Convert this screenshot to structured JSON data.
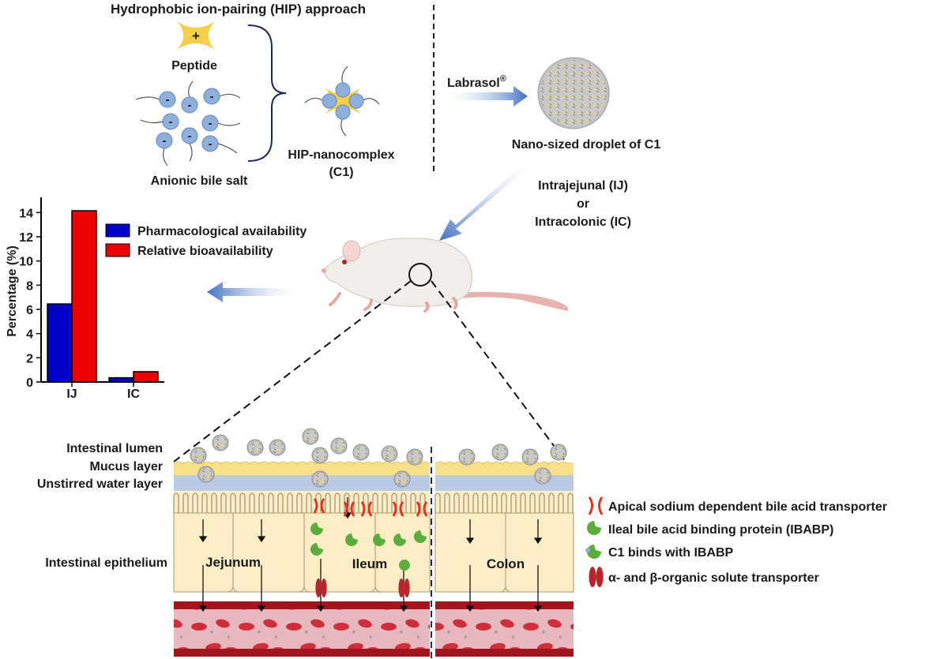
{
  "hip": {
    "title": "Hydrophobic ion-pairing (HIP) approach",
    "peptide_label": "Peptide",
    "bile_label": "Anionic bile salt",
    "complex_label_1": "HIP-nanocomplex",
    "complex_label_2": "(C1)",
    "plus": "+",
    "minus": "-"
  },
  "formulation": {
    "excipient": "Labrasol",
    "registered": "®",
    "droplet_label": "Nano-sized droplet of C1"
  },
  "route": {
    "line1": "Intrajejunal (IJ)",
    "line2": "or",
    "line3": "Intracolonic (IC)"
  },
  "chart_data": {
    "type": "bar",
    "categories": [
      "IJ",
      "IC"
    ],
    "series": [
      {
        "name": "Pharmacological availability",
        "values": [
          6.45,
          0.35
        ],
        "color": "#0000cc"
      },
      {
        "name": "Relative bioavailability",
        "values": [
          14.15,
          0.85
        ],
        "color": "#ee0000"
      }
    ],
    "ylabel": "Percentage (%)",
    "ylim": [
      0,
      15
    ],
    "yticks": [
      0,
      2,
      4,
      6,
      8,
      10,
      12,
      14
    ],
    "legend": "top-right"
  },
  "layers": {
    "lumen": "Intestinal lumen",
    "mucus": "Mucus layer",
    "water": "Unstirred water layer",
    "epithelium": "Intestinal epithelium"
  },
  "segments": {
    "jejunum": "Jejunum",
    "ileum": "Ileum",
    "colon": "Colon"
  },
  "key": {
    "asbt": "Apical sodium dependent bile acid transporter",
    "ibabp": "Ileal bile acid binding protein (IBABP)",
    "c1_binds": "C1 binds with IBABP",
    "ost": "α- and β-organic solute transporter"
  },
  "colors": {
    "peptide": "#f5cf4a",
    "bile_salt": "#8fb0dc",
    "arrow_blue": "#3d6fc4",
    "mucus": "#f8e08a",
    "water_layer": "#b9c9e6",
    "cell": "#fbeec6",
    "blood": "#e8b8bf",
    "rbc": "#cf2f3a",
    "vessel_wall": "#a3161e",
    "asbt": "#e8321e",
    "ibabp": "#5cae3c",
    "ost": "#b8262a"
  }
}
